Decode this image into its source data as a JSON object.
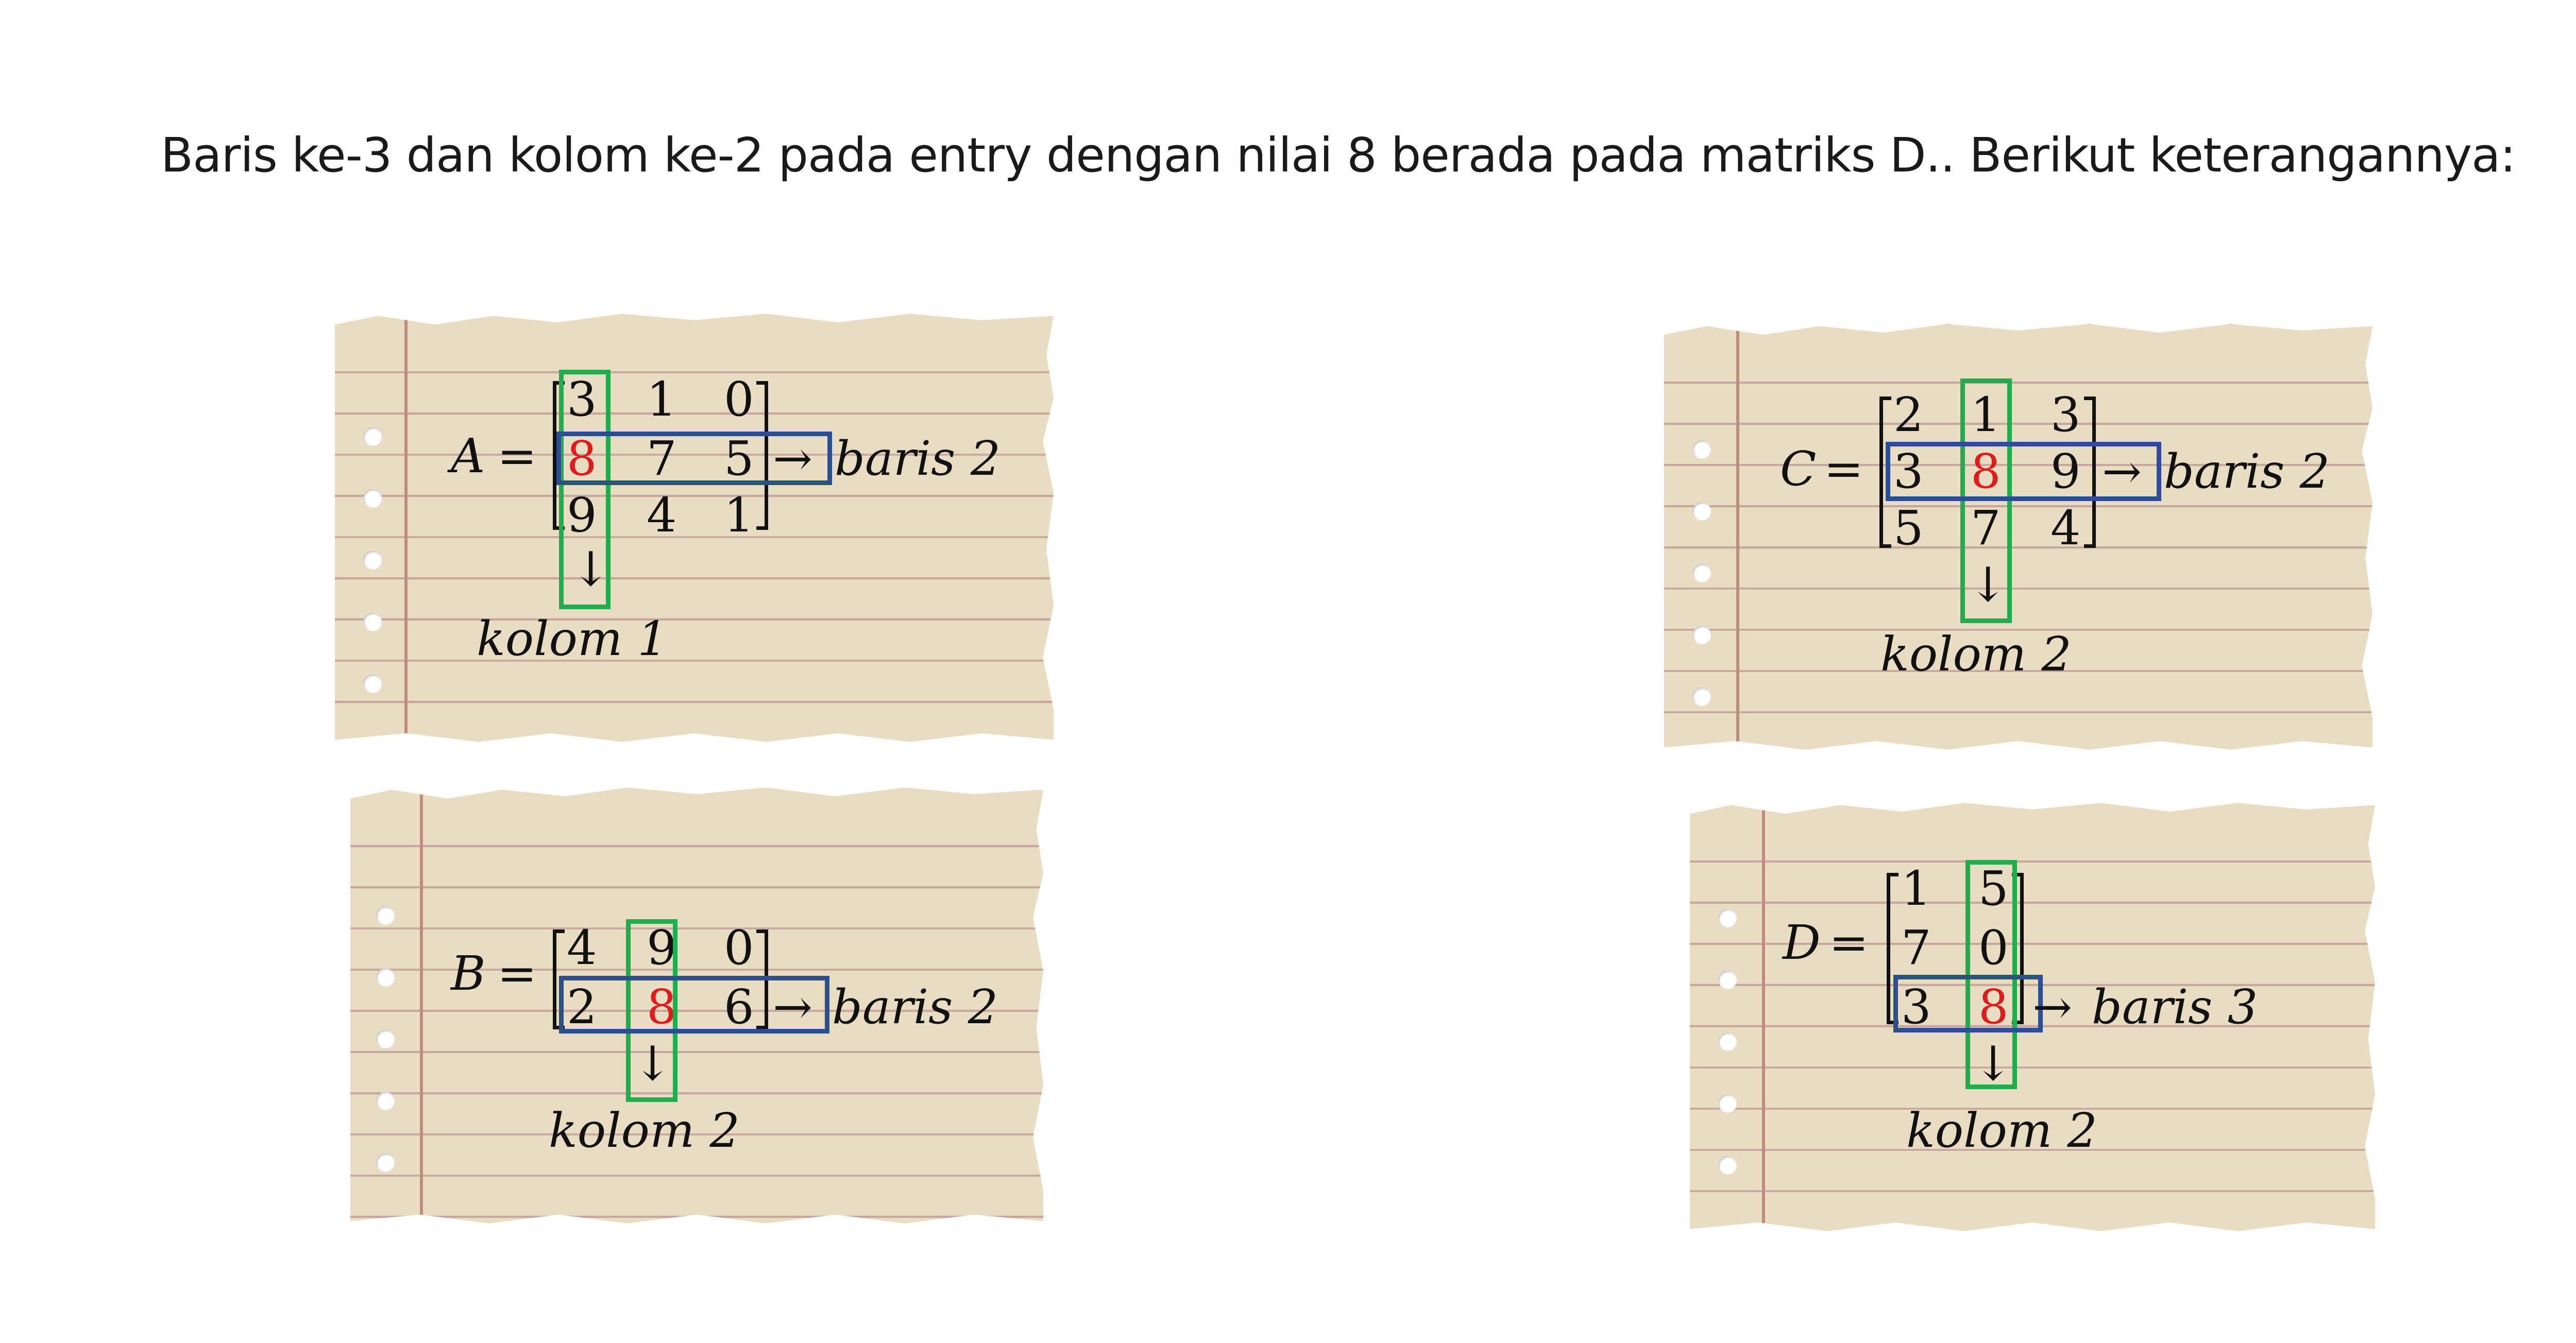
{
  "title": "Baris ke-3 dan kolom ke-2 pada entry dengan nilai 8 berada pada matriks D.. Berikut keterangannya:",
  "eq_sign": "=",
  "arrow_right": "→",
  "arrow_down": "↓",
  "matrices": {
    "A": {
      "name": "A",
      "row_label": "baris 2",
      "col_label": "kolom 1",
      "entries": [
        [
          "3",
          "1",
          "0"
        ],
        [
          "8",
          "7",
          "5"
        ],
        [
          "9",
          "4",
          "1"
        ]
      ]
    },
    "B": {
      "name": "B",
      "row_label": "baris 2",
      "col_label": "kolom 2",
      "entries": [
        [
          "4",
          "9",
          "0"
        ],
        [
          "2",
          "8",
          "6"
        ]
      ]
    },
    "C": {
      "name": "C",
      "row_label": "baris 2",
      "col_label": "kolom 2",
      "entries": [
        [
          "2",
          "1",
          "3"
        ],
        [
          "3",
          "8",
          "9"
        ],
        [
          "5",
          "7",
          "4"
        ]
      ]
    },
    "D": {
      "name": "D",
      "row_label": "baris 3",
      "col_label": "kolom 2",
      "entries": [
        [
          "1",
          "5"
        ],
        [
          "7",
          "0"
        ],
        [
          "3",
          "8"
        ]
      ]
    }
  },
  "colors": {
    "highlight": "#e01b1b",
    "column_box": "#1fae4b",
    "row_box": "#2c4f91",
    "paper": "#e8dcc2"
  }
}
